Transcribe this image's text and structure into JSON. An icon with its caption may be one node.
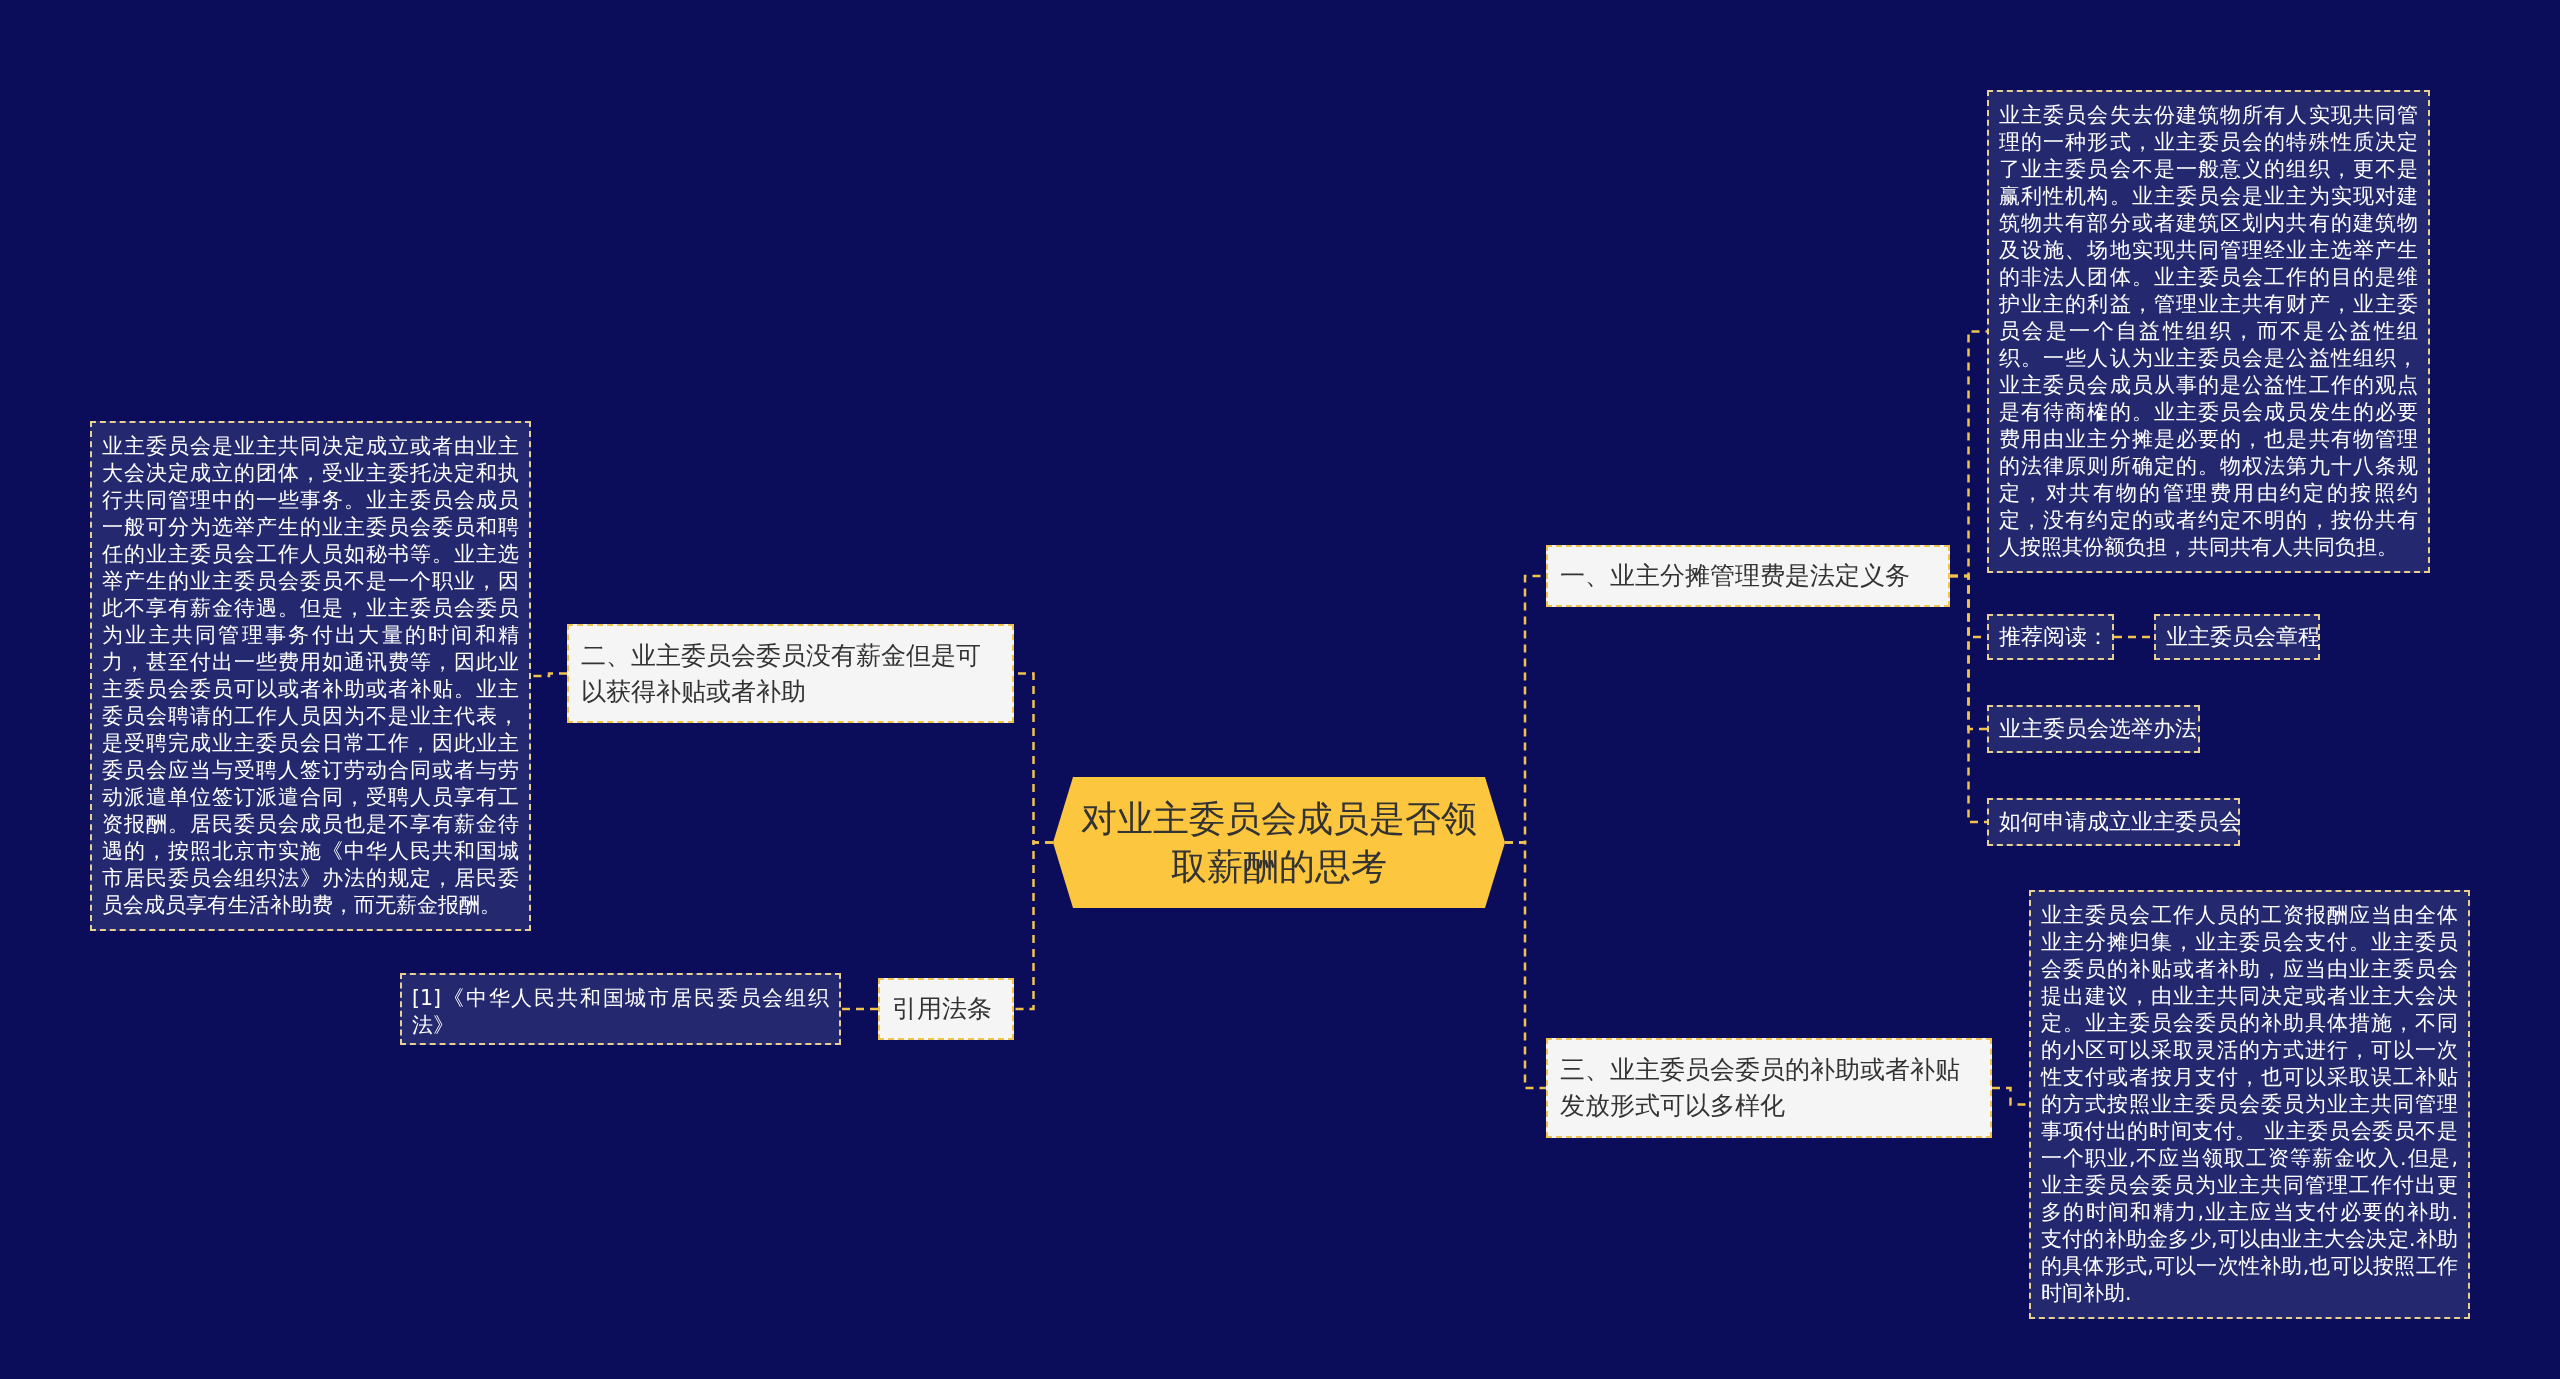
{
  "diagram": {
    "nodes": [
      {
        "text": [
          "对业主委员会成员是否领取薪酬的思考"
        ]
      },
      {
        "text": [
          "一、业主分摊管理费是法定义务"
        ]
      },
      {
        "text": [
          "业主委员会失去份建筑物所有人实现共同管理的一种形式，业主委员会的特殊性质决定了业主委员会不是一般意义的组织，更不是赢利性机构。业主委员会是业主为实现对建筑物共有部分或者建筑区划内共有的建筑物及设施、场地实现共同管理经业主选举产生的非法人团体。业主委员会工作的目的是维护业主的利益，管理业主共有财产，业主委员会是一个自益性组织，而不是公益性组织。一些人认为业主委员会是公益性组织，业主委员会成员从事的是公益性工作的观点是有待商榷的。业主委员会成员发生的必要费用由业主分摊是必要的，也是共有物管理的法律原则所确定的。物权法第九十八条规定，对共有物的管理费用由约定的按照约定，没有约定的或者约定不明的，按份共有人按照其份额负担，共同共有人共同负担。"
        ]
      },
      {
        "text": [
          "推荐阅读："
        ]
      },
      {
        "text": [
          "业主委员会章程"
        ]
      },
      {
        "text": [
          "业主委员会选举办法"
        ]
      },
      {
        "text": [
          "如何申请成立业主委员会"
        ]
      },
      {
        "text": [
          "三、业主委员会委员的补助或者补贴发放形式可以多样化"
        ]
      },
      {
        "text": [
          "业主委员会工作人员的工资报酬应当由全体业主分摊归集，业主委员会支付。业主委员会委员的补贴或者补助，应当由业主委员会提出建议，由业主共同决定或者业主大会决定。业主委员会委员的补助具体措施，不同的小区可以采取灵活的方式进行，可以一次性支付或者按月支付，也可以采取误工补贴的方式按照业主委员会委员为业主共同管理事项付出的时间支付。 业主委员会委员不是一个职业,不应当领取工资等薪金收入.但是,业主委员会委员为业主共同管理工作付出更多的时间和精力,业主应当支付必要的补助. 支付的补助金多少,可以由业主大会决定.补助的具体形式,可以一次性补助,也可以按照工作时间补助."
        ]
      },
      {
        "text": [
          "二、业主委员会委员没有薪金但是可以获得补贴或者补助"
        ]
      },
      {
        "text": [
          "业主委员会是业主共同决定成立或者由业主大会决定成立的团体，受业主委托决定和执行共同管理中的一些事务。业主委员会成员一般可分为选举产生的业主委员会委员和聘任的业主委员会工作人员如秘书等。业主选举产生的业主委员会委员不是一个职业，因此不享有薪金待遇。但是，业主委员会委员为业主共同管理事务付出大量的时间和精力，甚至付出一些费用如通讯费等，因此业主委员会委员可以或者补助或者补贴。业主委员会聘请的工作人员因为不是业主代表，是受聘完成业主委员会日常工作，因此业主委员会应当与受聘人签订劳动合同或者与劳动派遣单位签订派遣合同，受聘人员享有工资报酬。居民委员会成员也是不享有薪金待遇的，按照北京市实施《中华人民共和国城市居民委员会组织法》办法的规定，居民委员会成员享有生活补助费，而无薪金报酬。"
        ]
      },
      {
        "text": [
          "引用法条"
        ]
      },
      {
        "text": [
          "[1]《中华人民共和国城市居民委员会组织法》"
        ]
      }
    ],
    "edges": [
      {
        "from": 0,
        "to": 1,
        "arrow": "none"
      },
      {
        "from": 1,
        "to": 2,
        "arrow": "none"
      },
      {
        "from": 1,
        "to": 3,
        "arrow": "none"
      },
      {
        "from": 3,
        "to": 4,
        "arrow": "none"
      },
      {
        "from": 1,
        "to": 5,
        "arrow": "none"
      },
      {
        "from": 1,
        "to": 6,
        "arrow": "none"
      },
      {
        "from": 0,
        "to": 7,
        "arrow": "none"
      },
      {
        "from": 7,
        "to": 8,
        "arrow": "none"
      },
      {
        "from": 0,
        "to": 9,
        "arrow": "none"
      },
      {
        "from": 9,
        "to": 10,
        "arrow": "none"
      },
      {
        "from": 0,
        "to": 11,
        "arrow": "none"
      },
      {
        "from": 11,
        "to": 12,
        "arrow": "none"
      }
    ]
  }
}
